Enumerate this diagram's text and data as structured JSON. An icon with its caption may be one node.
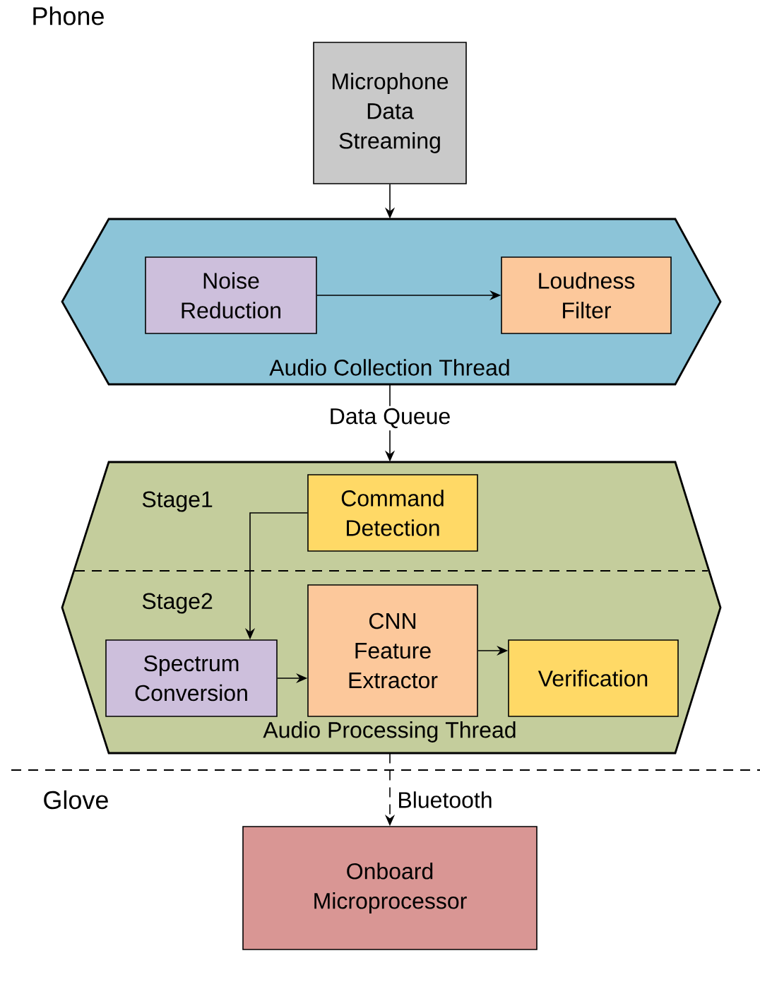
{
  "diagram": {
    "nodes": [
      {
        "text": [
          "Microphone Data Streaming"
        ]
      },
      {
        "text": [
          "Audio Collection Thread"
        ]
      },
      {
        "text": [
          "Noise Reduction"
        ],
        "in": 1
      },
      {
        "text": [
          "Loudness Filter"
        ],
        "in": 1
      },
      {
        "text": [
          "Audio Processing Thread"
        ]
      },
      {
        "text": [
          "Command Detection"
        ],
        "in": 4
      },
      {
        "text": [
          "Spectrum Conversion"
        ],
        "in": 4
      },
      {
        "text": [
          "CNN Feature Extractor"
        ],
        "in": 4
      },
      {
        "text": [
          "Verification"
        ],
        "in": 4
      },
      {
        "text": [
          "Onboard Microprocessor"
        ]
      }
    ],
    "edges": [
      {
        "from": 0,
        "to": 1,
        "arrow": "to"
      },
      {
        "from": 2,
        "to": 3,
        "arrow": "to"
      },
      {
        "from": 1,
        "to": 4,
        "arrow": "to",
        "label": "Data Queue"
      },
      {
        "from": 5,
        "to": 6,
        "arrow": "to"
      },
      {
        "from": 6,
        "to": 7,
        "arrow": "to"
      },
      {
        "from": 7,
        "to": 8,
        "arrow": "to"
      },
      {
        "from": 4,
        "to": 9,
        "arrow": "to",
        "label": "Bluetooth",
        "style": "dashed"
      }
    ],
    "labels": [
      "Phone",
      "Stage1",
      "Stage2",
      "Glove"
    ]
  }
}
